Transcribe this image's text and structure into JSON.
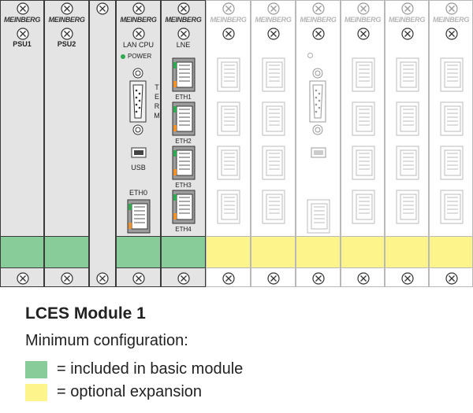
{
  "brand": "MEINBERG",
  "modules": {
    "psu1": "PSU1",
    "psu2": "PSU2",
    "cpu": {
      "title": "LAN CPU",
      "power": "POWER",
      "term": [
        "T",
        "E",
        "R",
        "M"
      ],
      "usb": "USB",
      "eth0": "ETH0"
    },
    "lne": {
      "title": "LNE",
      "ports": [
        "ETH1",
        "ETH2",
        "ETH3",
        "ETH4"
      ]
    }
  },
  "legend": {
    "title": "LCES Module 1",
    "subtitle": "Minimum configuration:",
    "included": "= included in basic module",
    "optional": "= optional expansion"
  },
  "colors": {
    "included": "#88cc99",
    "optional": "#fdf48c"
  }
}
